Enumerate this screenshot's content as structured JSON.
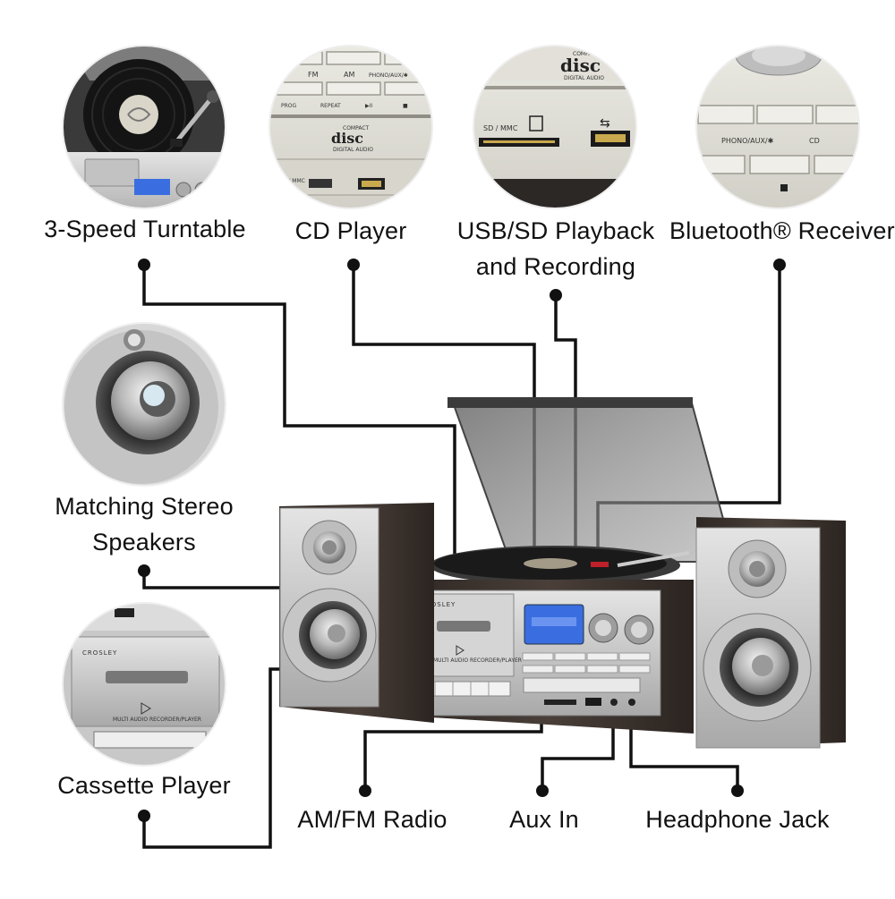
{
  "features": {
    "turntable": "3-Speed Turntable",
    "cd_player": "CD Player",
    "usb_sd": "USB/SD Playback\nand Recording",
    "bluetooth": "Bluetooth® Receiver",
    "speakers": "Matching Stereo\nSpeakers",
    "cassette": "Cassette Player",
    "radio": "AM/FM Radio",
    "aux_in": "Aux In",
    "headphone": "Headphone Jack"
  },
  "product_markings": {
    "brand": "CROSLEY",
    "fm": "FM",
    "am": "AM",
    "phono_aux_bt": "PHONO/AUX/✱",
    "phono_aux_bt_2": "PHONO/AUX/✱",
    "cd": "CD",
    "prog": "PROG",
    "repeat": "REPEAT",
    "play_pause": "▶II",
    "stop": "■",
    "compact": "COMPACT",
    "disc": "disc",
    "digital_audio": "DIGITAL AUDIO",
    "sd_mmc": "SD / MMC",
    "sd_mmc_2": "SD / MMC",
    "usb_symbol": "⇆",
    "cassette_label": "MULTI AUDIO RECORDER/PLAYER"
  },
  "colors": {
    "line": "#111111",
    "silver": "#c9c9c9",
    "wood": "#3d3530",
    "display": "#3a6ee0"
  }
}
